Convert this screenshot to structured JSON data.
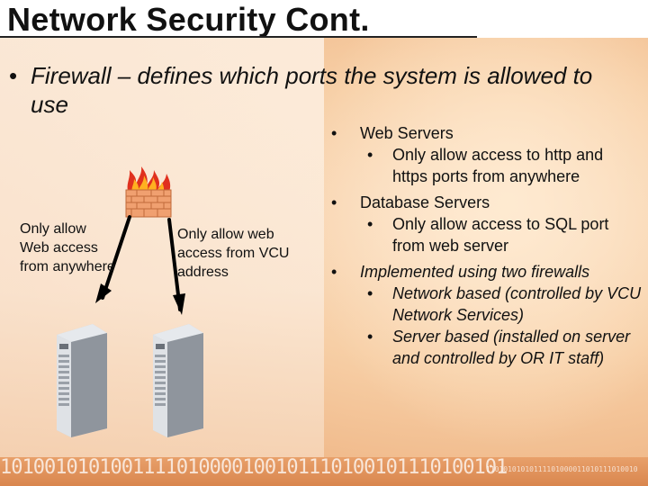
{
  "slide": {
    "title": "Network Security Cont.",
    "main_bullet": "Firewall – defines which ports the system is allowed to use",
    "bullet_glyph": "•",
    "caption_left": "Only allow Web access from anywhere",
    "caption_right": "Only allow web access from VCU address",
    "right_list": [
      {
        "level": 1,
        "text": "Web Servers",
        "italic": false
      },
      {
        "level": 2,
        "text": "Only allow access to http and https ports from anywhere",
        "italic": false
      },
      {
        "level": 1,
        "text": "Database Servers",
        "italic": false
      },
      {
        "level": 2,
        "text": "Only allow access to SQL port from web server",
        "italic": false
      },
      {
        "level": 1,
        "text": "Implemented using two firewalls",
        "italic": true
      },
      {
        "level": 2,
        "text": "Network based (controlled by VCU Network Services)",
        "italic": true
      },
      {
        "level": 2,
        "text": "Server based (installed on server and controlled by OR IT staff)",
        "italic": true
      }
    ],
    "binary_text": "1010010101001111010000100101110100101110100101",
    "binary_small": "11010101010111101000011010111010010"
  },
  "icons": {
    "firewall": "firewall-icon",
    "server_left": "server-icon",
    "server_right": "server-icon",
    "arrow_left": "arrow-icon",
    "arrow_right": "arrow-icon"
  },
  "colors": {
    "text": "#111111",
    "title_bg": "#ffffff",
    "bottom_band": "#d9864e",
    "brick": "#f0a070",
    "flame": "#e0301e"
  }
}
